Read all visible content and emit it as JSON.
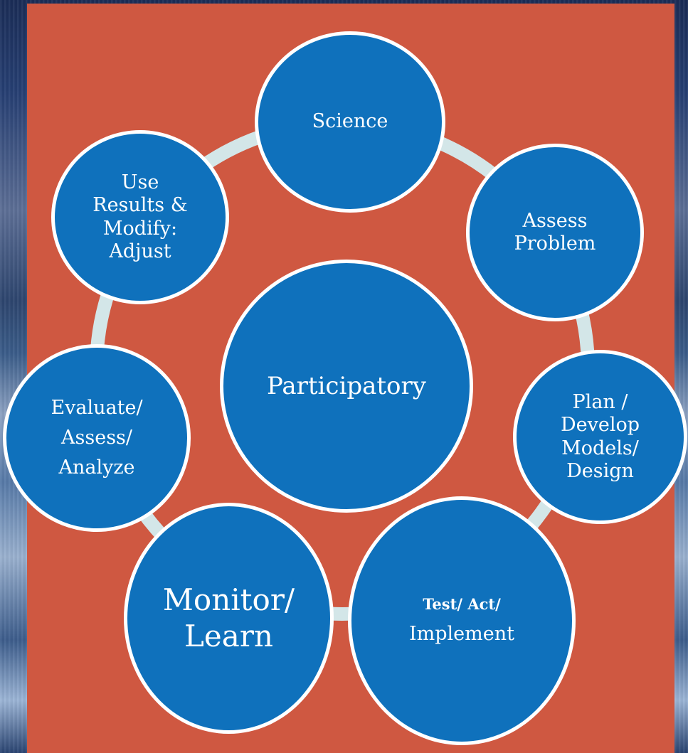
{
  "diagram": {
    "center": {
      "label": "Participatory"
    },
    "nodes": {
      "science": {
        "lines": [
          "Science"
        ]
      },
      "assess_problem": {
        "lines": [
          "Assess",
          "Problem"
        ]
      },
      "plan": {
        "lines": [
          "Plan /",
          "Develop",
          "Models/",
          "Design"
        ]
      },
      "test": {
        "bold_line": "Test/ Act/",
        "line": "Implement"
      },
      "monitor": {
        "lines": [
          "Monitor/",
          "Learn"
        ]
      },
      "evaluate": {
        "lines": [
          "Evaluate/",
          "Assess/",
          "Analyze"
        ]
      },
      "use_results": {
        "lines": [
          "Use",
          "Results &",
          "Modify:",
          "Adjust"
        ]
      }
    }
  },
  "colors": {
    "panel": "#cf5841",
    "node_fill": "#0f71bc",
    "node_border": "#ffffff",
    "ring": "#d3e6e8",
    "text": "#ffffff"
  }
}
